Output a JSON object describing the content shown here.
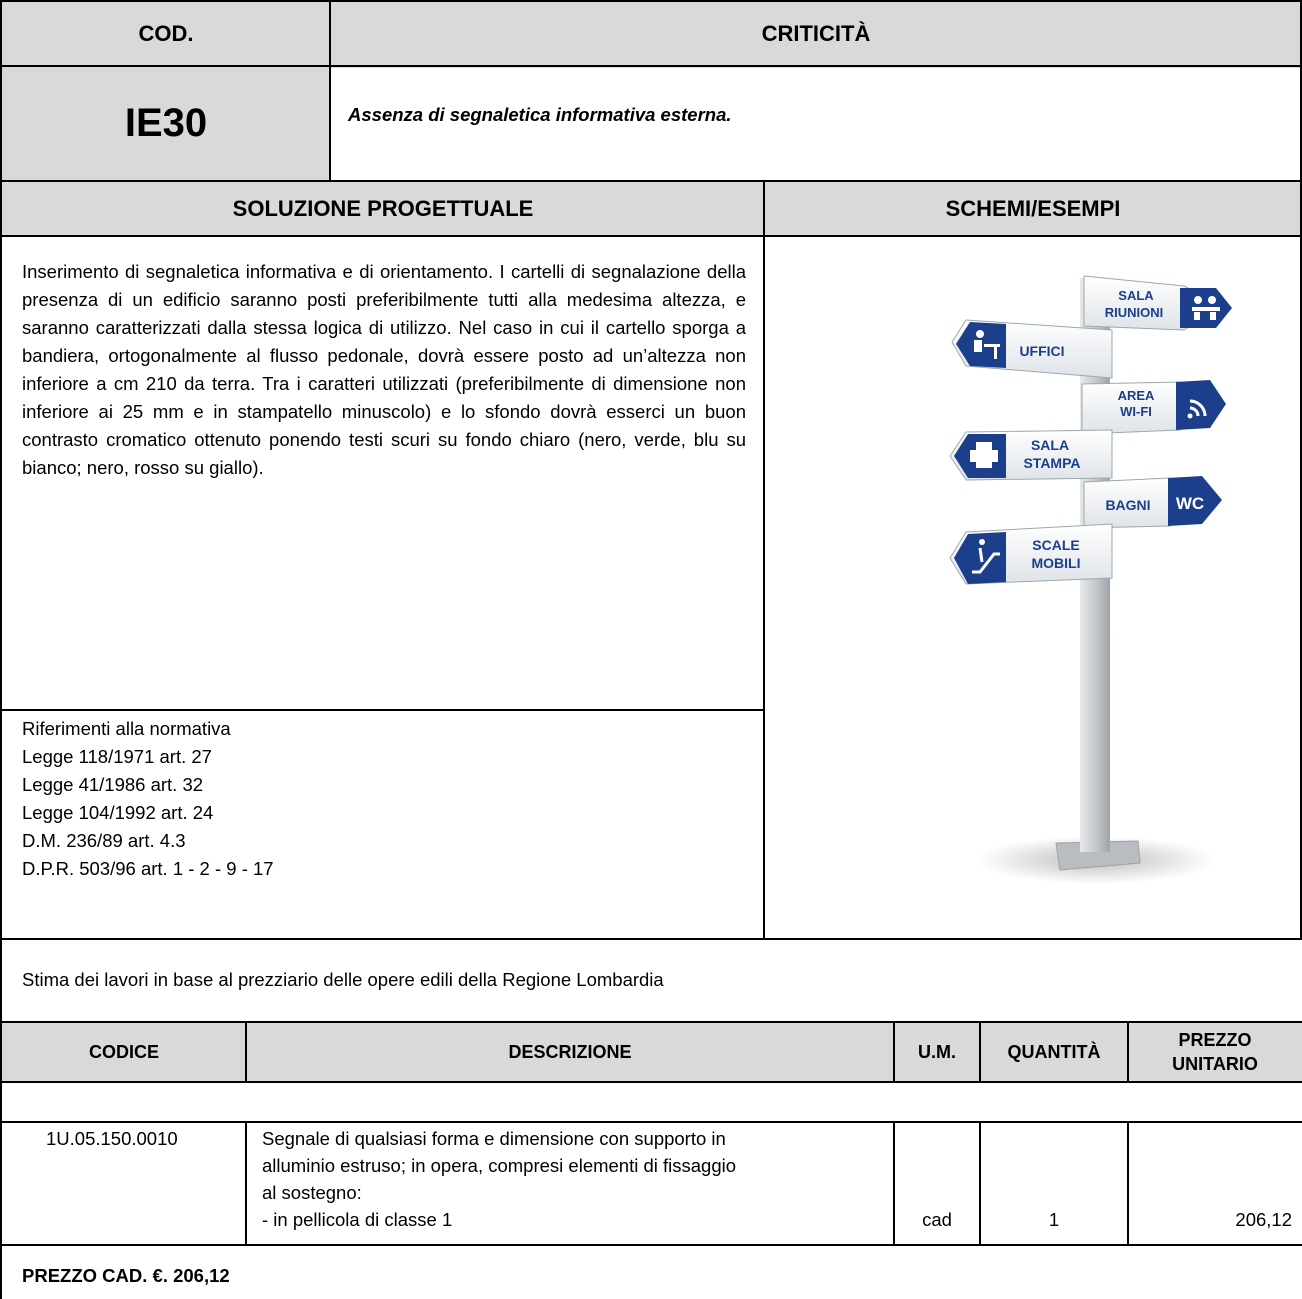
{
  "header": {
    "cod_label": "COD.",
    "criticita_label": "CRITICITÀ",
    "code": "IE30",
    "criticita_text": "Assenza di segnaletica informativa esterna."
  },
  "sections": {
    "soluzione_label": "SOLUZIONE PROGETTUALE",
    "schemi_label": "SCHEMI/ESEMPI"
  },
  "soluzione_text": "Inserimento di segnaletica informativa e di orientamento. I cartelli di segnalazione della presenza di un edificio saranno posti preferibilmente tutti alla medesima altezza, e saranno caratterizzati dalla stessa logica di utilizzo. Nel caso in cui il cartello sporga a bandiera, ortogonalmente al flusso pedonale, dovrà essere posto ad un’altezza non inferiore a cm 210 da terra. Tra i caratteri utilizzati (preferibilmente di dimensione non inferiore ai 25 mm e in stampatello minuscolo) e lo sfondo dovrà esserci un buon contrasto cromatico ottenuto ponendo testi scuri su fondo chiaro (nero, verde, blu su bianco; nero, rosso su giallo).",
  "riferimenti": {
    "title": "Riferimenti alla normativa",
    "items": [
      "Legge 118/1971 art. 27",
      "Legge 41/1986 art. 32",
      "Legge 104/1992 art. 24",
      "D.M. 236/89 art. 4.3",
      "D.P.R. 503/96 art. 1 - 2 - 9 - 17"
    ]
  },
  "signpost": {
    "signs": [
      {
        "label_1": "SALA",
        "label_2": "RIUNIONI",
        "icon": "people-icon"
      },
      {
        "label_1": "UFFICI",
        "label_2": "",
        "icon": "desk-icon"
      },
      {
        "label_1": "AREA",
        "label_2": "WI-FI",
        "icon": "wifi-icon"
      },
      {
        "label_1": "SALA",
        "label_2": "STAMPA",
        "icon": "printer-icon"
      },
      {
        "label_1": "BAGNI",
        "label_2": "",
        "icon": "wc-icon",
        "icon_text": "WC"
      },
      {
        "label_1": "SCALE",
        "label_2": "MOBILI",
        "icon": "escalator-icon"
      }
    ],
    "colors": {
      "sign_blue": "#1b3f8a",
      "pole": "#c9ccd0"
    }
  },
  "stima_text": "Stima dei lavori in base al prezziario delle opere edili della Regione Lombardia",
  "table": {
    "headers": [
      "CODICE",
      "DESCRIZIONE",
      "U.M.",
      "QUANTITÀ",
      "PREZZO",
      "UNITARIO"
    ],
    "row": {
      "codice": "1U.05.150.0010",
      "descrizione": [
        "Segnale di qualsiasi forma e dimensione con supporto in",
        "alluminio estruso; in opera, compresi elementi di fissaggio",
        "al sostegno:",
        "- in pellicola di classe 1"
      ],
      "um": "cad",
      "quantita": "1",
      "prezzo": "206,12"
    }
  },
  "totale": "PREZZO CAD. €. 206,12",
  "colors": {
    "header_gray": "#d9d9d9",
    "border": "#000000"
  }
}
